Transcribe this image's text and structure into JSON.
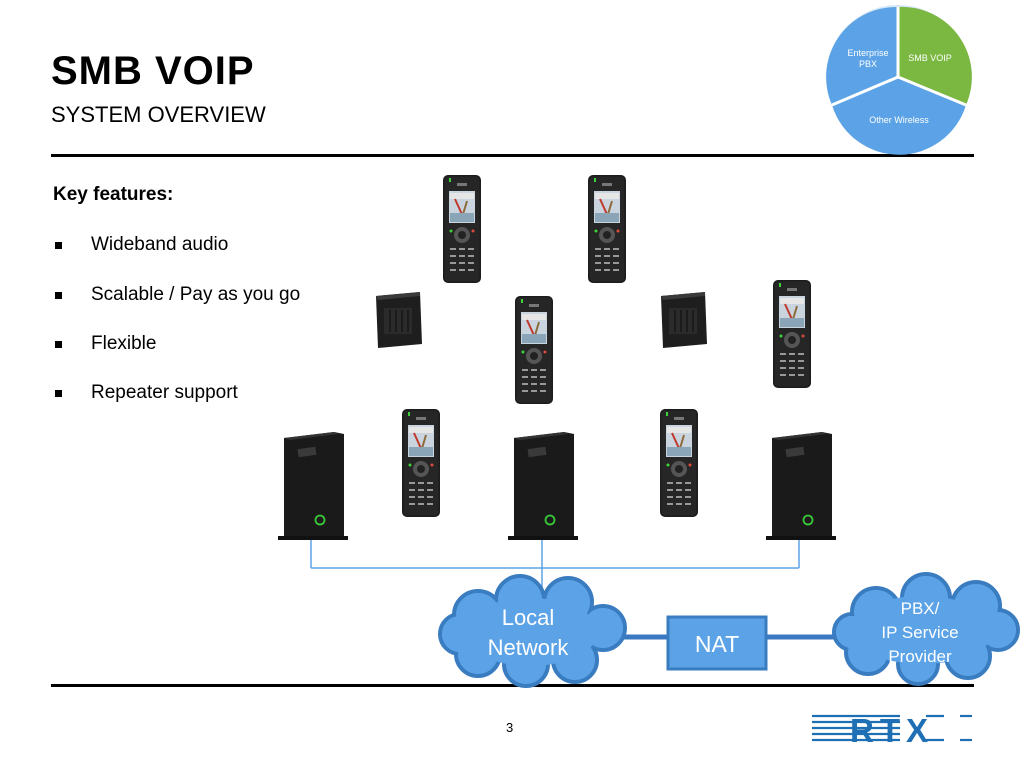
{
  "slide": {
    "title": "SMB VOIP",
    "subtitle": "SYSTEM OVERVIEW",
    "page_number": "3"
  },
  "features": {
    "heading": "Key features:",
    "items": [
      "Wideband audio",
      "Scalable / Pay as you go",
      "Flexible",
      "Repeater support"
    ]
  },
  "segments": {
    "enterprise_line1": "Enterprise",
    "enterprise_line2": "PBX",
    "smb": "SMB  VOIP",
    "other": "Other  Wireless"
  },
  "network": {
    "local_line1": "Local",
    "local_line2": "Network",
    "nat": "NAT",
    "pbx_line1": "PBX/",
    "pbx_line2": "IP Service",
    "pbx_line3": "Provider"
  },
  "logo": {
    "text": "RTX"
  },
  "colors": {
    "cloud": "#5ba3e6",
    "cloud_border": "#3a7cc0",
    "smb_segment": "#7ab842",
    "blue_segment": "#5ba3e6",
    "link_line": "#3a78c2",
    "logo": "#1f6fb5"
  }
}
